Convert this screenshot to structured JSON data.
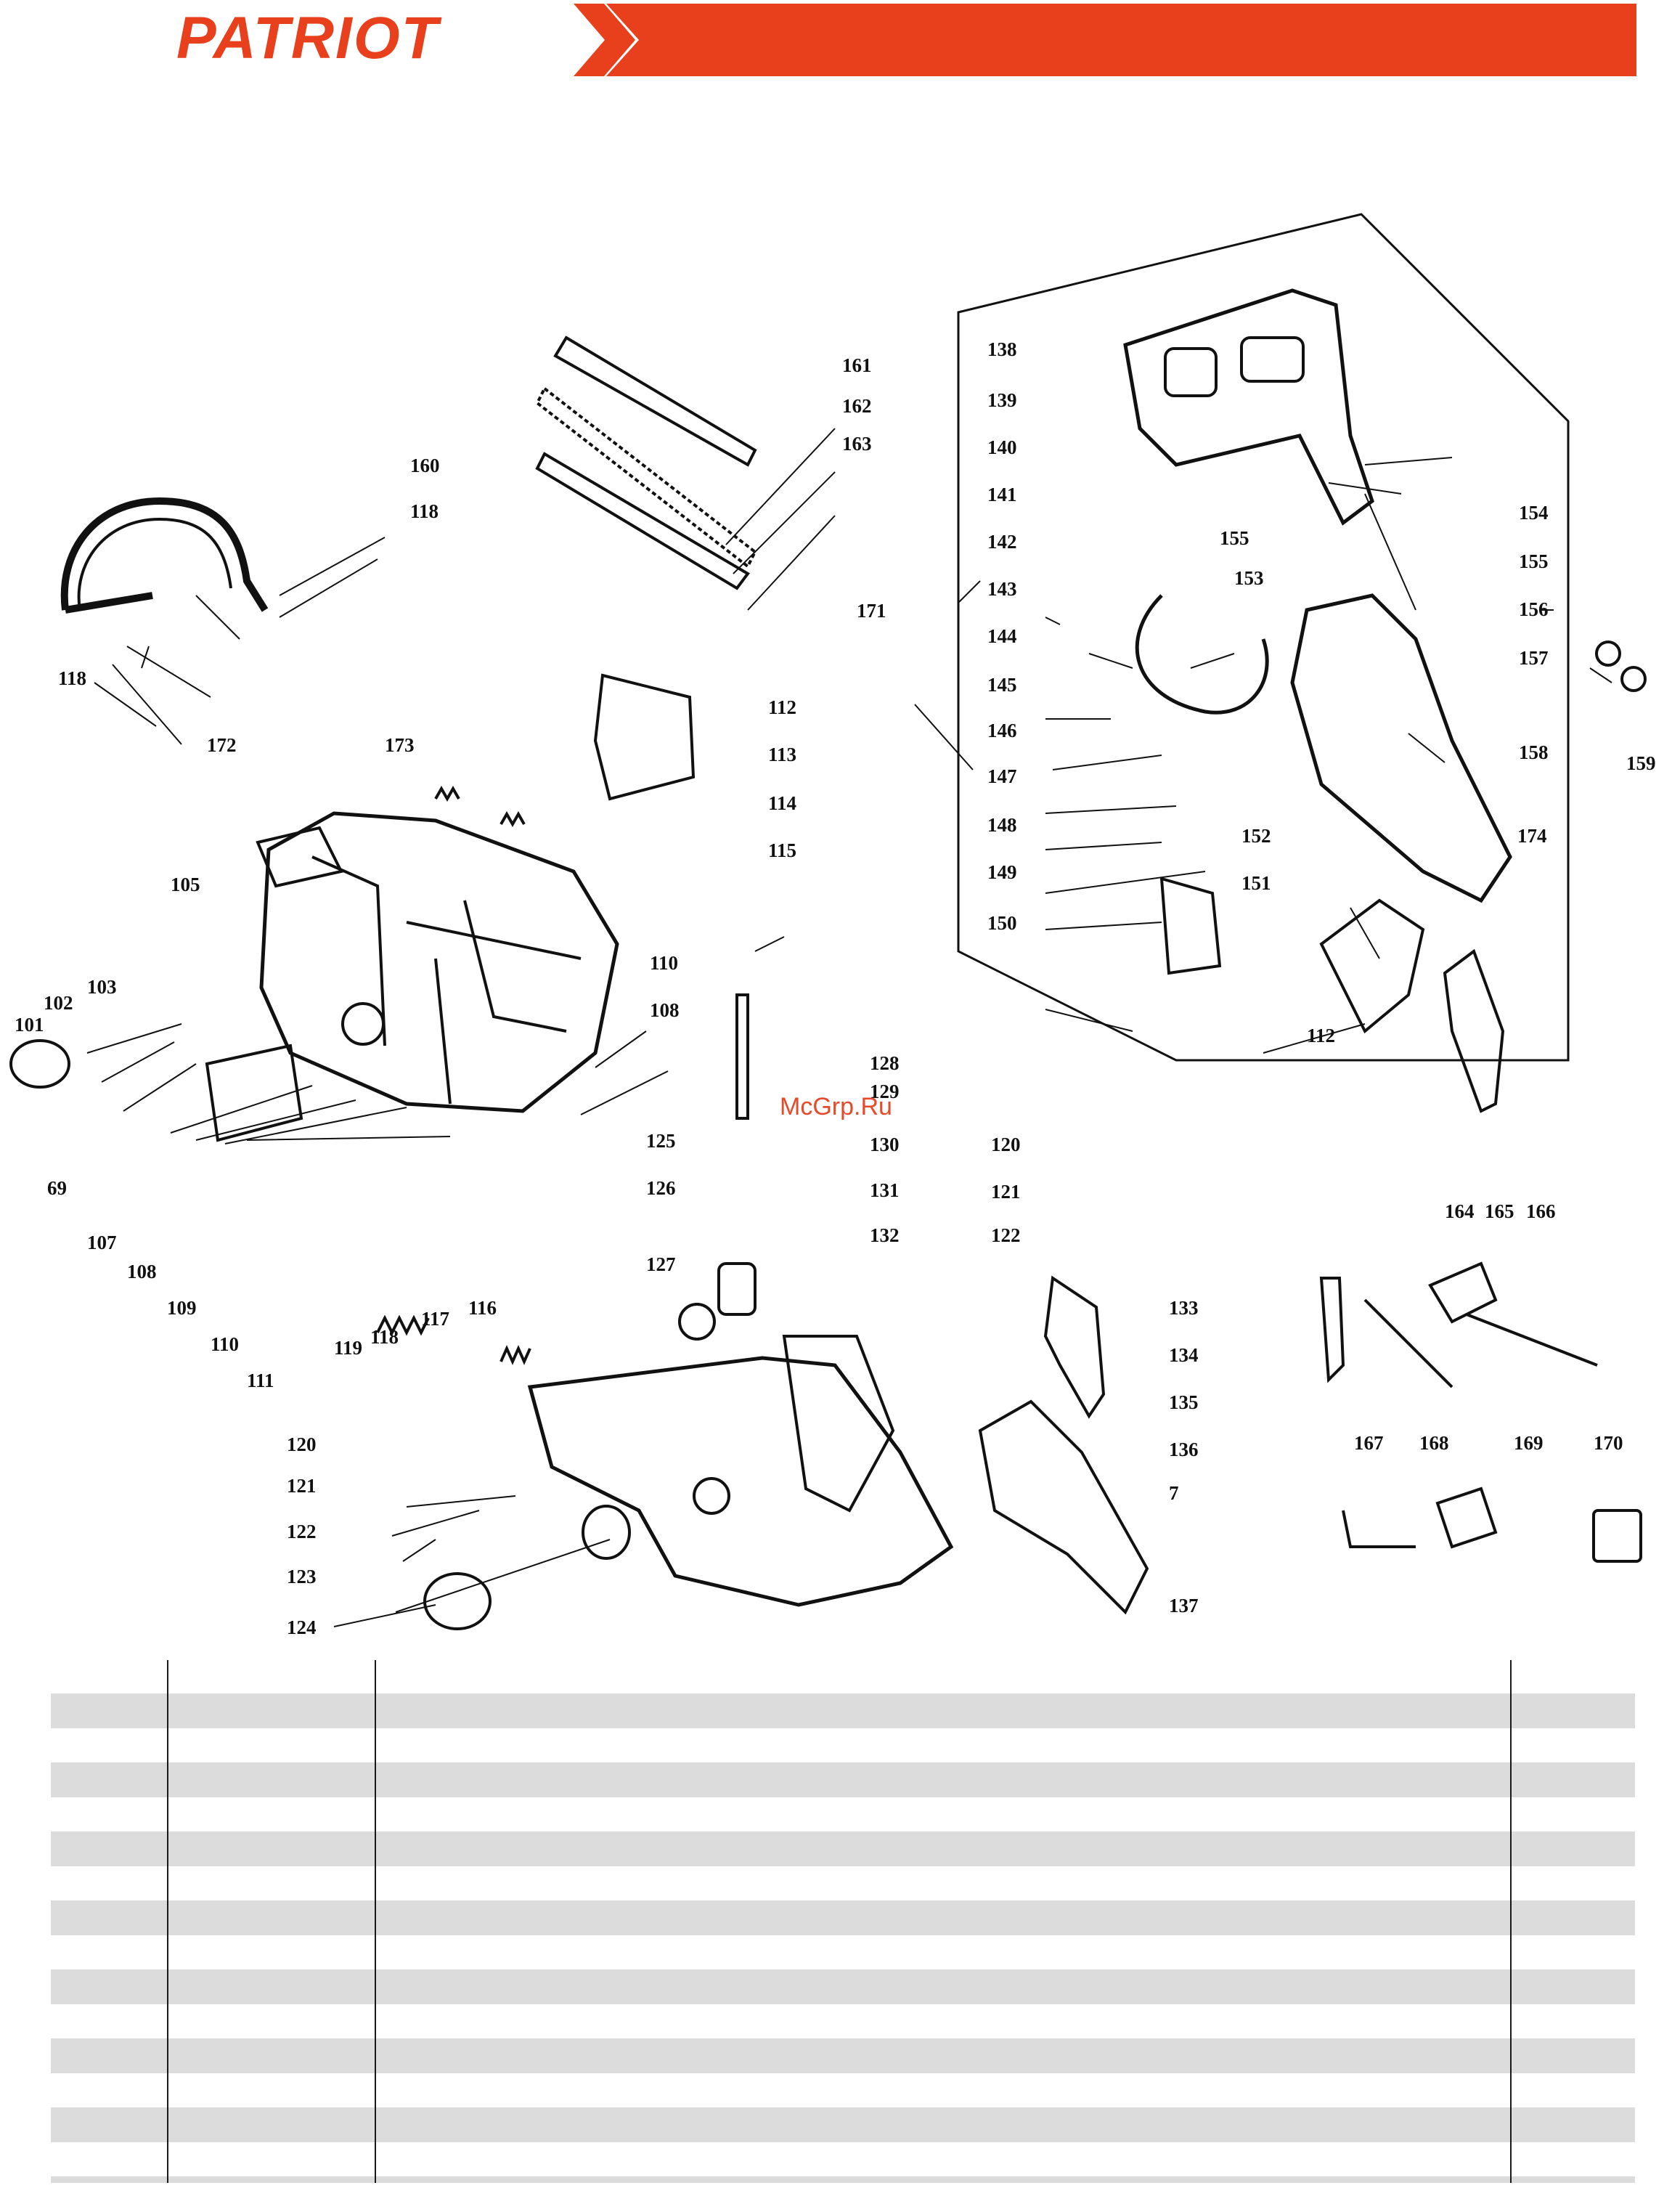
{
  "header": {
    "brand": "PATRIOT",
    "brand_color": "#e8401c"
  },
  "watermark": "McGrp.Ru",
  "diagram": {
    "callouts": [
      "101",
      "102",
      "103",
      "105",
      "69",
      "107",
      "108",
      "109",
      "110",
      "111",
      "108",
      "110",
      "172",
      "173",
      "112",
      "113",
      "114",
      "115",
      "116",
      "117",
      "118",
      "119",
      "120",
      "121",
      "122",
      "123",
      "124",
      "125",
      "126",
      "127",
      "128",
      "129",
      "130",
      "131",
      "132",
      "120",
      "121",
      "122",
      "133",
      "134",
      "135",
      "136",
      "7",
      "137",
      "160",
      "118",
      "118",
      "161",
      "162",
      "163",
      "171",
      "138",
      "139",
      "140",
      "141",
      "142",
      "143",
      "144",
      "145",
      "146",
      "147",
      "148",
      "149",
      "150",
      "151",
      "152",
      "153",
      "154",
      "155",
      "155",
      "156",
      "157",
      "158",
      "159",
      "174",
      "112",
      "164",
      "165",
      "166",
      "167",
      "168",
      "169",
      "170"
    ]
  },
  "parts_table": {
    "rows": 15,
    "columns": 4
  }
}
